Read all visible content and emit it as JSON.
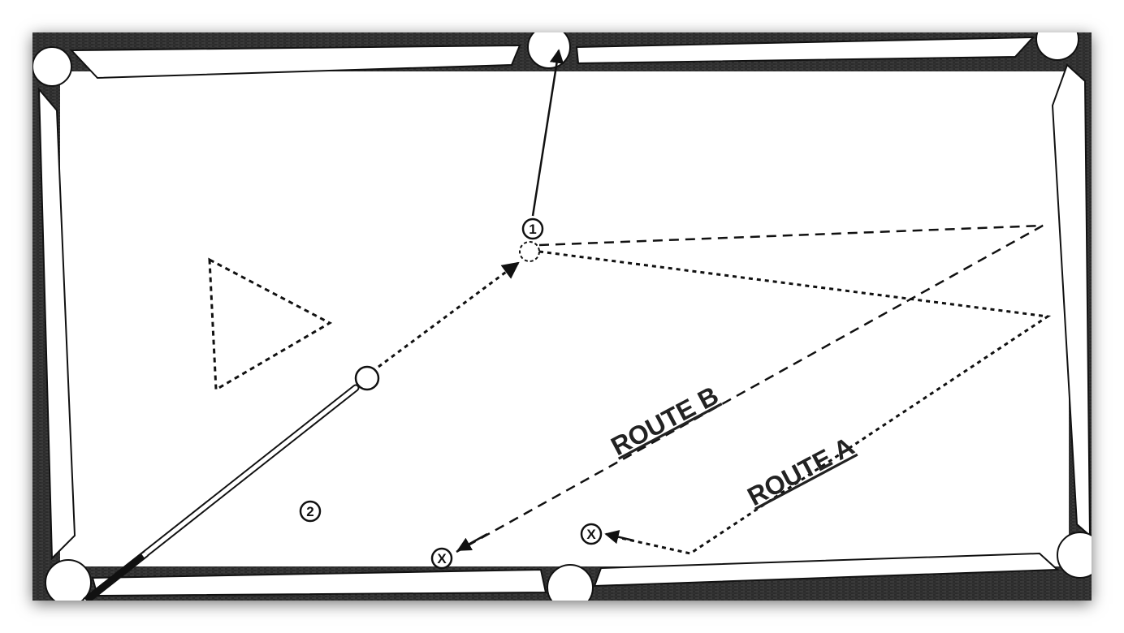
{
  "diagram": {
    "routes": {
      "a_label": "ROUTE A",
      "b_label": "ROUTE B"
    },
    "balls": {
      "object_ball_number": "1",
      "second_ball_number": "2",
      "target_marker": "X"
    },
    "colors": {
      "rail": "#2a2a2a",
      "felt": "#ffffff",
      "ink": "#111111"
    }
  }
}
